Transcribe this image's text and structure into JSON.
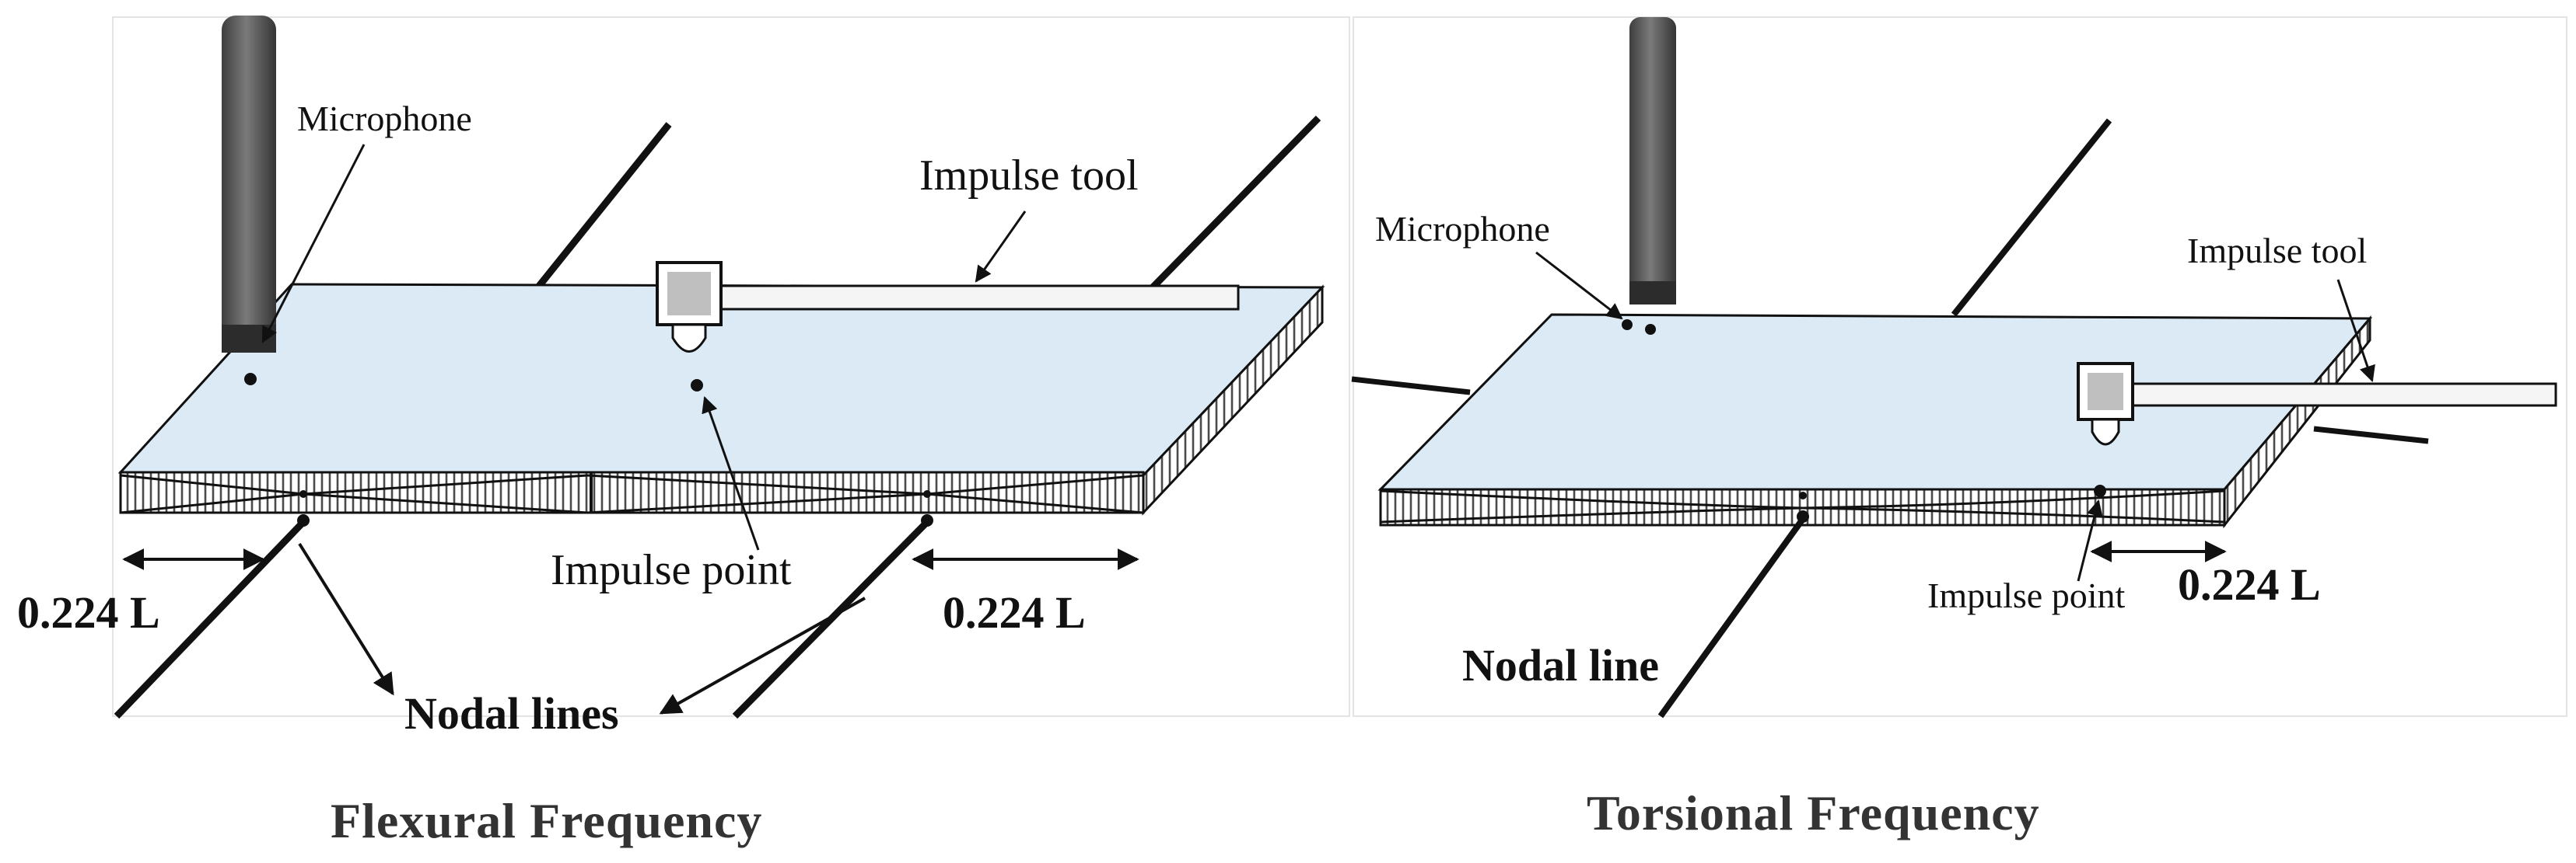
{
  "flexural": {
    "microphone_label": "Microphone",
    "impulse_tool_label": "Impulse tool",
    "impulse_point_label": "Impulse point",
    "nodal_lines_label": "Nodal lines",
    "dim_left": "0.224 L",
    "dim_right": "0.224 L",
    "caption": "Flexural Frequency"
  },
  "torsional": {
    "microphone_label": "Microphone",
    "impulse_tool_label": "Impulse tool",
    "impulse_point_label": "Impulse point",
    "nodal_line_label": "Nodal line",
    "dim": "0.224 L",
    "caption": "Torsional Frequency"
  },
  "colors": {
    "plate_top": "#dbeaf5",
    "microphone": "#5a5a5a",
    "hatching": "#444444",
    "line": "#111111"
  }
}
